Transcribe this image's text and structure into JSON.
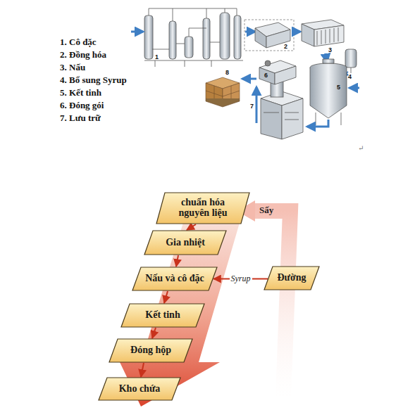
{
  "diagram": {
    "nodes": [
      {
        "text": [
          "chuẩn hóa nguyên liệu"
        ]
      },
      {
        "text": [
          "Gia nhiệt"
        ]
      },
      {
        "text": [
          "Nấu và cô đặc"
        ]
      },
      {
        "text": [
          "Kết tinh"
        ]
      },
      {
        "text": [
          "Đóng hộp"
        ]
      },
      {
        "text": [
          "Kho chứa"
        ]
      },
      {
        "text": [
          "Đường"
        ]
      }
    ],
    "edges": [
      {
        "from": 0,
        "to": 1,
        "arrow": "to"
      },
      {
        "from": 1,
        "to": 2,
        "arrow": "to"
      },
      {
        "from": 2,
        "to": 3,
        "arrow": "to"
      },
      {
        "from": 3,
        "to": 4,
        "arrow": "to"
      },
      {
        "from": 4,
        "to": 5,
        "arrow": "to"
      },
      {
        "from": 6,
        "to": 2,
        "label": "Syrup",
        "arrow": "to"
      }
    ],
    "labels": [
      "1. Cô đặc",
      "2. Đồng hóa",
      "3. Nấu",
      "4. Bổ sung Syrup",
      "5. Kết tinh",
      "6. Đóng gói",
      "7. Lưu trữ",
      "1",
      "2",
      "3",
      "4",
      "5",
      "6",
      "7",
      "8",
      "Sấy",
      "↵"
    ]
  }
}
